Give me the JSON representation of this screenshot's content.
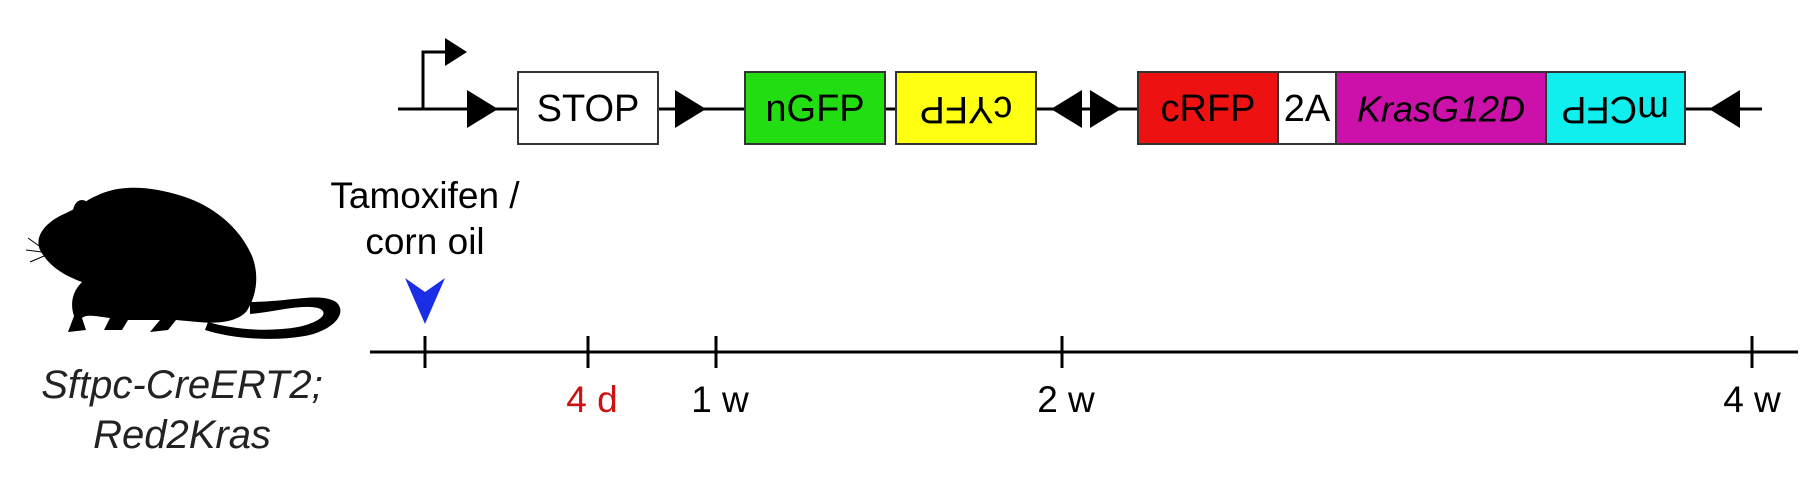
{
  "construct": {
    "elements": [
      {
        "label": "STOP",
        "fill": "#ffffff",
        "flipped": false,
        "italic": false
      },
      {
        "label": "nGFP",
        "fill": "#22dd11",
        "flipped": false,
        "italic": false
      },
      {
        "label": "cYFP",
        "fill": "#ffff11",
        "flipped": true,
        "italic": false
      },
      {
        "label": "cRFP",
        "fill": "#ee1111",
        "flipped": false,
        "italic": false
      },
      {
        "label": "2A",
        "fill": "#ffffff",
        "flipped": false,
        "italic": false
      },
      {
        "label": "KrasG12D",
        "fill": "#cc11aa",
        "flipped": false,
        "italic": true
      },
      {
        "label": "mCFP",
        "fill": "#11eeee",
        "flipped": true,
        "italic": false
      }
    ]
  },
  "treatment": {
    "line1": "Tamoxifen /",
    "line2": "corn oil",
    "marker_color": "#1a2ee6"
  },
  "timeline": {
    "ticks": [
      {
        "label": "4 d",
        "color": "#cc1111"
      },
      {
        "label": "1 w",
        "color": "#000000"
      },
      {
        "label": "2 w",
        "color": "#000000"
      },
      {
        "label": "4 w",
        "color": "#000000"
      }
    ]
  },
  "mouse": {
    "line1": "Sftpc-CreERT2;",
    "line2": "Red2Kras"
  }
}
